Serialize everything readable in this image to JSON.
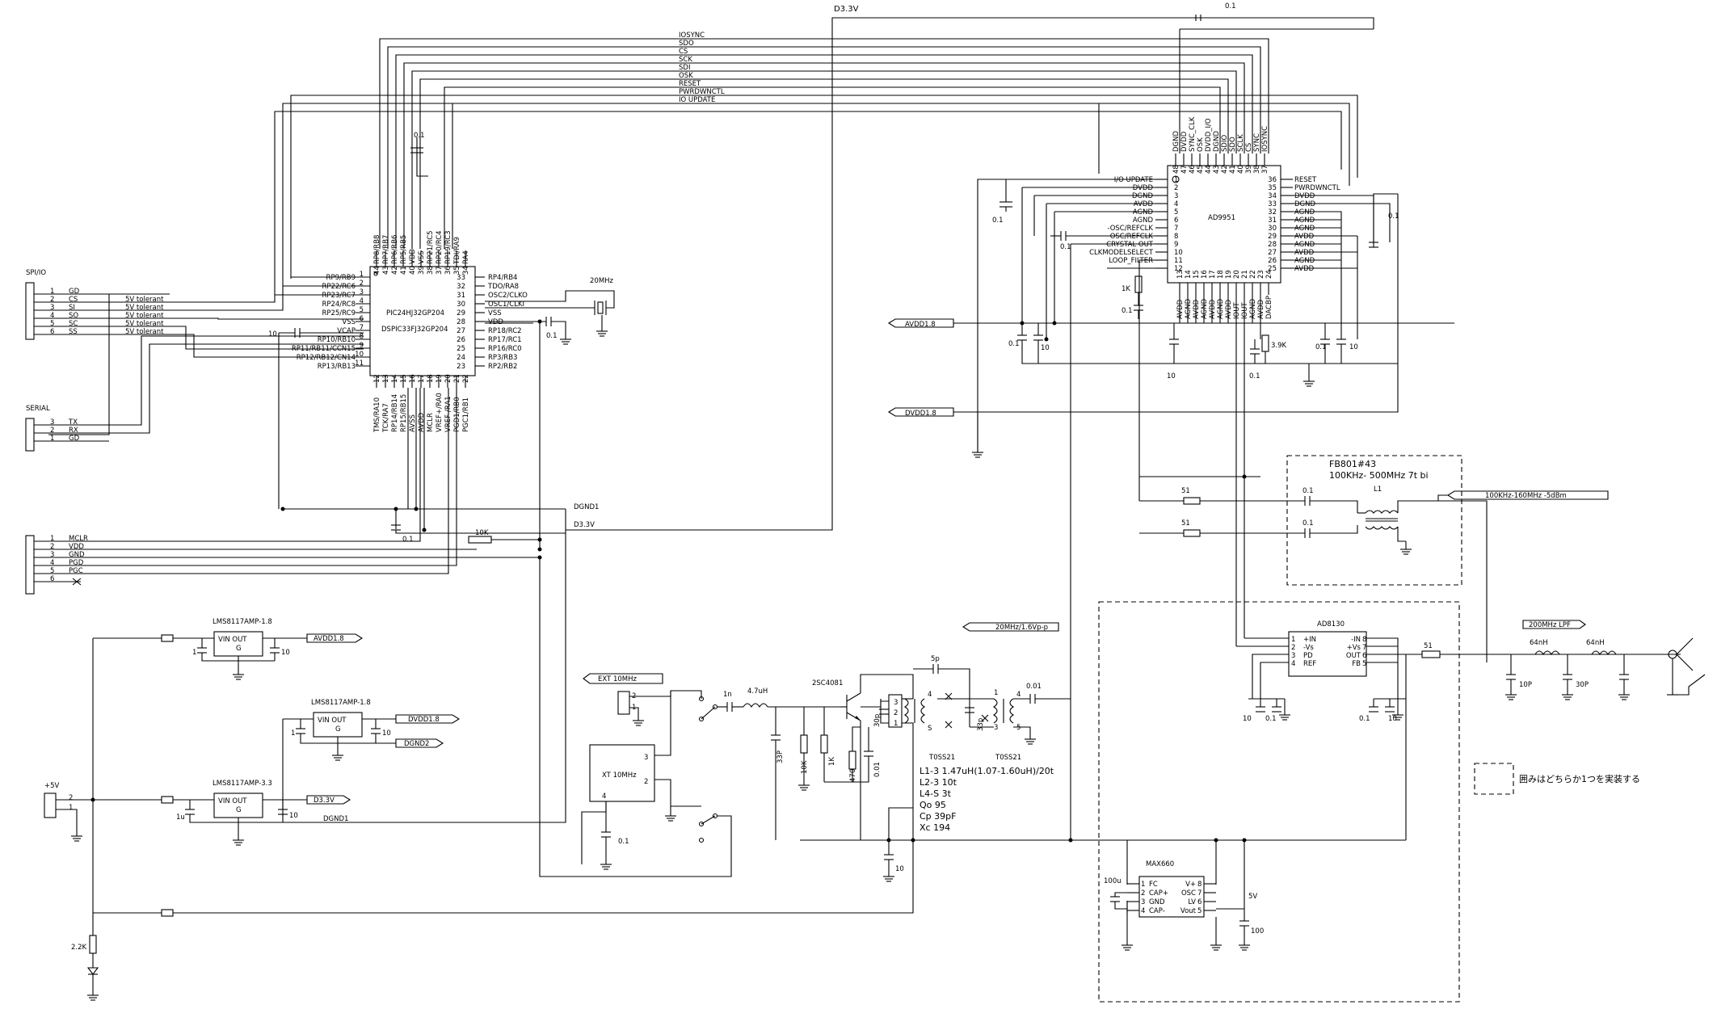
{
  "spi_header": {
    "title": "SPI/IO",
    "pins": [
      {
        "num": "1",
        "name": "GD",
        "note": ""
      },
      {
        "num": "2",
        "name": "CS",
        "note": "5V tolerant"
      },
      {
        "num": "3",
        "name": "SI",
        "note": "5V tolerant"
      },
      {
        "num": "4",
        "name": "SO",
        "note": "5V tolerant"
      },
      {
        "num": "5",
        "name": "SC",
        "note": "5V tolerant"
      },
      {
        "num": "6",
        "name": "SS",
        "note": "5V tolerant"
      }
    ]
  },
  "serial_header": {
    "title": "SERIAL",
    "pins": [
      {
        "num": "3",
        "name": "TX"
      },
      {
        "num": "2",
        "name": "RX"
      },
      {
        "num": "1",
        "name": "GD"
      }
    ]
  },
  "icsp_header": {
    "pins": [
      {
        "num": "1",
        "name": "MCLR"
      },
      {
        "num": "2",
        "name": "VDD"
      },
      {
        "num": "3",
        "name": "GND"
      },
      {
        "num": "4",
        "name": "PGD"
      },
      {
        "num": "5",
        "name": "PGC"
      },
      {
        "num": "6",
        "name": ""
      }
    ]
  },
  "mcu": {
    "name1": "PIC24HJ32GP204",
    "name2": "DSPIC33FJ32GP204",
    "left_pins": [
      {
        "num": "1",
        "name": "RP9/RB9"
      },
      {
        "num": "2",
        "name": "RP22/RC6"
      },
      {
        "num": "3",
        "name": "RP23/RC7"
      },
      {
        "num": "4",
        "name": "RP24/RC8"
      },
      {
        "num": "5",
        "name": "RP25/RC9"
      },
      {
        "num": "6",
        "name": "VSS"
      },
      {
        "num": "7",
        "name": "VCAP"
      },
      {
        "num": "8",
        "name": "RP10/RB10"
      },
      {
        "num": "9",
        "name": "RP11/RB11/CCN15"
      },
      {
        "num": "10",
        "name": "RP12/RB12/CN14"
      },
      {
        "num": "11",
        "name": "RP13/RB13"
      }
    ],
    "right_pins": [
      {
        "num": "33",
        "name": "RP4/RB4"
      },
      {
        "num": "32",
        "name": "TDO/RA8"
      },
      {
        "num": "31",
        "name": "OSC2/CLKO"
      },
      {
        "num": "30",
        "name": "OSC1/CLKI"
      },
      {
        "num": "29",
        "name": "VSS"
      },
      {
        "num": "28",
        "name": "VDD"
      },
      {
        "num": "27",
        "name": "RP18/RC2"
      },
      {
        "num": "26",
        "name": "RP17/RC1"
      },
      {
        "num": "25",
        "name": "RP16/RC0"
      },
      {
        "num": "24",
        "name": "RP3/RB3"
      },
      {
        "num": "23",
        "name": "RP2/RB2"
      }
    ],
    "top_pins": [
      {
        "num": "44",
        "name": "RP8/RB8"
      },
      {
        "num": "43",
        "name": "RP7/RB7"
      },
      {
        "num": "42",
        "name": "RP6/RB6"
      },
      {
        "num": "41",
        "name": "RP5/RB5"
      },
      {
        "num": "40",
        "name": "VDD"
      },
      {
        "num": "39",
        "name": "VSS"
      },
      {
        "num": "38",
        "name": "RP21/RC5"
      },
      {
        "num": "37",
        "name": "RP20/RC4"
      },
      {
        "num": "36",
        "name": "RP19/RC3"
      },
      {
        "num": "35",
        "name": "TDI/RA9"
      },
      {
        "num": "34",
        "name": "RA4"
      }
    ],
    "bottom_pins": [
      {
        "num": "12",
        "name": "TMS/RA10"
      },
      {
        "num": "13",
        "name": "TCK/RA7"
      },
      {
        "num": "14",
        "name": "RP14/RB14"
      },
      {
        "num": "15",
        "name": "RP15/RB15"
      },
      {
        "num": "16",
        "name": "AVSS"
      },
      {
        "num": "17",
        "name": "AVDD"
      },
      {
        "num": "18",
        "name": "MCLR"
      },
      {
        "num": "19",
        "name": "VREF+/RA0"
      },
      {
        "num": "20",
        "name": "VREF-/RA1"
      },
      {
        "num": "21",
        "name": "PGD1/RB0"
      },
      {
        "num": "22",
        "name": "PGC1/RB1"
      }
    ]
  },
  "dds": {
    "name": "AD9951",
    "left_pins": [
      {
        "num": "1",
        "name": "I/O UPDATE"
      },
      {
        "num": "2",
        "name": "DVDD"
      },
      {
        "num": "3",
        "name": "DGND"
      },
      {
        "num": "4",
        "name": "AVDD"
      },
      {
        "num": "5",
        "name": "AGND"
      },
      {
        "num": "6",
        "name": "AGND"
      },
      {
        "num": "7",
        "name": "-OSC/REFCLK"
      },
      {
        "num": "8",
        "name": "OSC/REFCLK"
      },
      {
        "num": "9",
        "name": "CRYSTAL OUT"
      },
      {
        "num": "10",
        "name": "CLKMODELSELECT"
      },
      {
        "num": "11",
        "name": "LOOP_FILTER"
      },
      {
        "num": "12",
        "name": ""
      }
    ],
    "right_pins": [
      {
        "num": "36",
        "name": "RESET"
      },
      {
        "num": "35",
        "name": "PWRDWNCTL"
      },
      {
        "num": "34",
        "name": "DVDD"
      },
      {
        "num": "33",
        "name": "DGND"
      },
      {
        "num": "32",
        "name": "AGND"
      },
      {
        "num": "31",
        "name": "AGND"
      },
      {
        "num": "30",
        "name": "AGND"
      },
      {
        "num": "29",
        "name": "AVDD"
      },
      {
        "num": "28",
        "name": "AGND"
      },
      {
        "num": "27",
        "name": "AVDD"
      },
      {
        "num": "26",
        "name": "AGND"
      },
      {
        "num": "25",
        "name": "AVDD"
      }
    ],
    "top_pins": [
      {
        "num": "48",
        "name": "DGND"
      },
      {
        "num": "47",
        "name": "DVDD"
      },
      {
        "num": "46",
        "name": "SYNC_CLK"
      },
      {
        "num": "45",
        "name": "OSK"
      },
      {
        "num": "44",
        "name": "DVDD_I/O"
      },
      {
        "num": "43",
        "name": "DGND"
      },
      {
        "num": "42",
        "name": "SDIO"
      },
      {
        "num": "41",
        "name": "SDO"
      },
      {
        "num": "40",
        "name": "SCLK"
      },
      {
        "num": "39",
        "name": "CS"
      },
      {
        "num": "38",
        "name": "SYNC"
      },
      {
        "num": "37",
        "name": "IOSYNC"
      }
    ],
    "bottom_pins": [
      {
        "num": "13",
        "name": "AVDD"
      },
      {
        "num": "14",
        "name": "AGND"
      },
      {
        "num": "15",
        "name": "AVDD"
      },
      {
        "num": "16",
        "name": "AGND"
      },
      {
        "num": "17",
        "name": "AVDD"
      },
      {
        "num": "18",
        "name": "AGND"
      },
      {
        "num": "19",
        "name": "AVDD"
      },
      {
        "num": "20",
        "name": "IOUT"
      },
      {
        "num": "21",
        "name": "IOUT"
      },
      {
        "num": "22",
        "name": "AGND"
      },
      {
        "num": "23",
        "name": "AVDD"
      },
      {
        "num": "24",
        "name": "DACBP"
      }
    ]
  },
  "bus_labels": [
    "IOSYNC",
    "SDO",
    "CS",
    "SCK",
    "SDI",
    "OSK",
    "RESET",
    "PWRDWNCTL",
    "IO UPDATE"
  ],
  "nets": {
    "d33_top": "D3.3V",
    "dgnd1": "DGND1",
    "d33": "D3.3V",
    "avdd18": "AVDD1.8",
    "dvdd18": "DVDD1.8",
    "dgnd2": "DGND2",
    "ref_in": "100KHz-160MHz -5dBm",
    "osc_out": "20MHz/1.6Vp-p",
    "lpf": "200MHz LPF",
    "plus5": "+5V",
    "v5": "5V"
  },
  "regulators": {
    "reg1": {
      "name": "LMS8117AMP-1.8",
      "pins": "VIN OUT",
      "gnd": "G"
    },
    "reg2": {
      "name": "LMS8117AMP-1.8",
      "pins": "VIN OUT",
      "gnd": "G"
    },
    "reg3": {
      "name": "LMS8117AMP-3.3",
      "pins": "VIN OUT",
      "gnd": "G"
    }
  },
  "labels": {
    "crystal": "20MHz",
    "ext_clk": "EXT 10MHz",
    "xt": "XT 10MHz",
    "transistor": "2SC4081",
    "ind47": "4.7uH",
    "fb_title": "FB801#43",
    "fb_sub": "100KHz- 500MHz 7t bi",
    "L1": "L1",
    "t1": "T0SS21",
    "t2": "T0SS21",
    "amp": "AD8130",
    "charge": "MAX660",
    "note": "囲みはどちらか1つを実装する",
    "coil_notes": [
      "L1-3 1.47uH(1.07-1.60uH)/20t",
      "L2-3 10t",
      "L4-S 3t",
      "Qo 95",
      "Cp 39pF",
      "Xc 194"
    ]
  },
  "amp_pins": {
    "left": [
      "+IN",
      "-Vs",
      "PD",
      "REF"
    ],
    "right": [
      "-IN",
      "+Vs",
      "OUT",
      "FB"
    ]
  },
  "charge_pins": {
    "left": [
      "FC",
      "CAP+",
      "GND",
      "CAP-"
    ],
    "right": [
      "V+",
      "OSC",
      "LV",
      "Vout"
    ],
    "left_nums": [
      "1",
      "2",
      "3",
      "4"
    ],
    "right_nums": [
      "8",
      "7",
      "6",
      "5"
    ]
  },
  "parts": {
    "c01": "0.1",
    "c10": "10",
    "c1": "1",
    "c1u": "1u",
    "c100u": "100u",
    "c100": "100",
    "r10k": "10K",
    "r1k": "1K",
    "r51": "51",
    "r39k": "3.9K",
    "r22k": "2.2K",
    "r470": "470",
    "c1n": "1n",
    "c5p": "5p",
    "c30p": "30p",
    "c33p": "33p",
    "c001": "0.01",
    "c10p": "10P",
    "c30P": "30P",
    "l64n": "64nH",
    "c33P": "33P"
  }
}
